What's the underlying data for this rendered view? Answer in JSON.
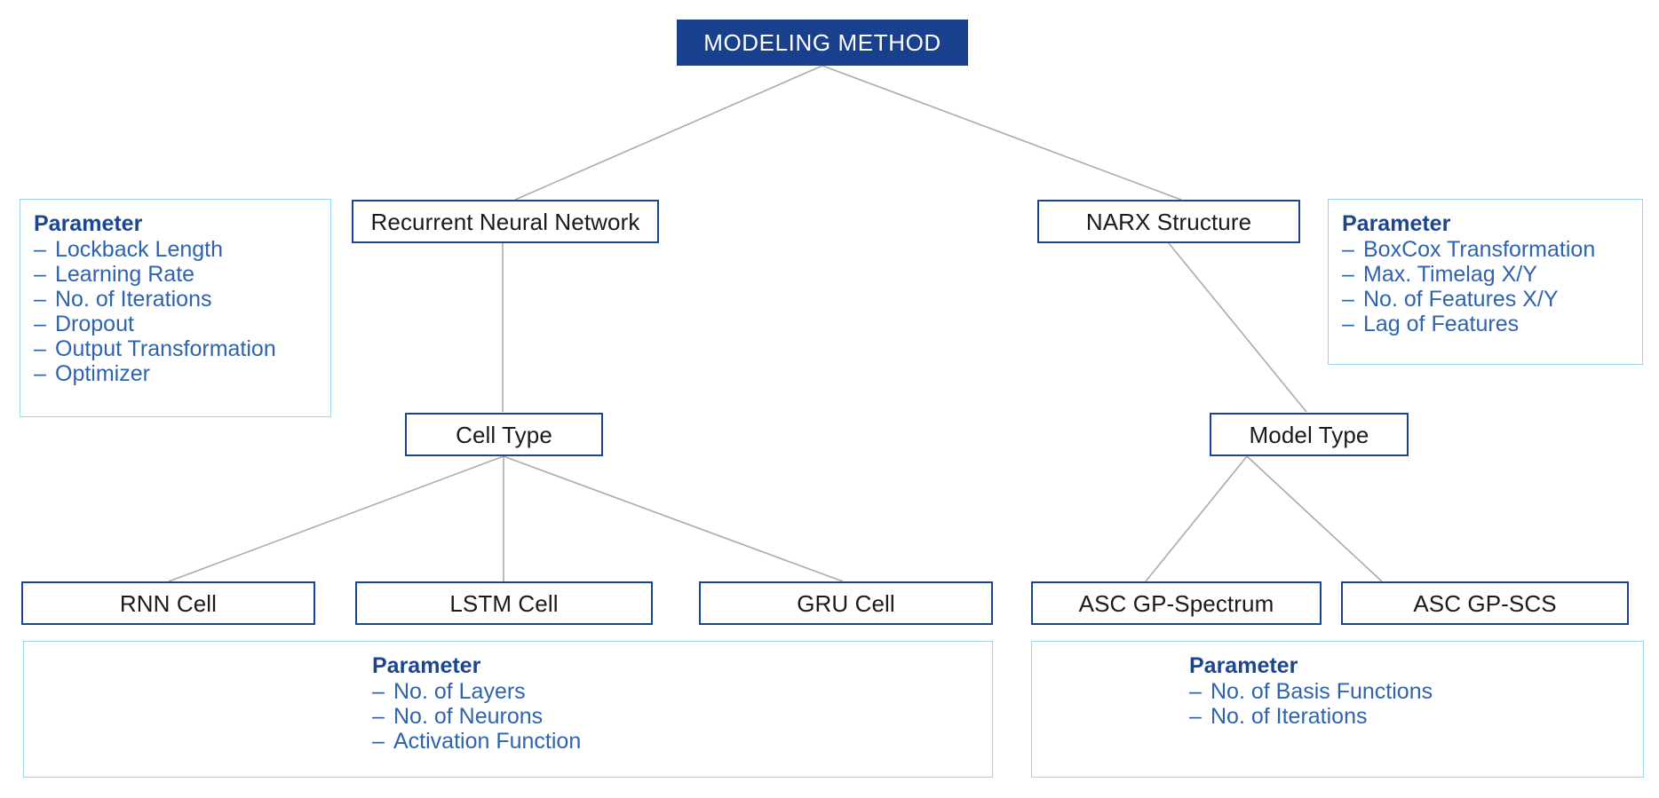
{
  "diagram": {
    "title": "MODELING METHOD",
    "colors": {
      "root_fill": "#19408C",
      "node_border": "#1A4590",
      "panel_border": "#9ED3EF",
      "panel_title": "#1A4590",
      "panel_text": "#2F63AB",
      "connector": "#AAAAAA",
      "node_text": "#1A1A1A"
    },
    "root": {
      "label": "MODELING METHOD"
    },
    "branches": {
      "rnn": {
        "label": "Recurrent Neural Network"
      },
      "narx": {
        "label": "NARX Structure"
      },
      "cell_type": {
        "label": "Cell Type"
      },
      "model_type": {
        "label": "Model Type"
      }
    },
    "leaves": {
      "rnn_cell": {
        "label": "RNN Cell"
      },
      "lstm_cell": {
        "label": "LSTM Cell"
      },
      "gru_cell": {
        "label": "GRU Cell"
      },
      "asc_gp_spectrum": {
        "label": "ASC GP-Spectrum"
      },
      "asc_gp_scs": {
        "label": "ASC GP-SCS"
      }
    },
    "panels": {
      "rnn_params": {
        "title": "Parameter",
        "items": [
          "Lockback Length",
          "Learning Rate",
          "No. of Iterations",
          "Dropout",
          "Output Transformation",
          "Optimizer"
        ]
      },
      "narx_params": {
        "title": "Parameter",
        "items": [
          "BoxCox Transformation",
          "Max. Timelag X/Y",
          "No. of Features X/Y",
          "Lag of Features"
        ]
      },
      "cell_params": {
        "title": "Parameter",
        "items": [
          "No. of Layers",
          "No. of Neurons",
          "Activation Function"
        ]
      },
      "model_params": {
        "title": "Parameter",
        "items": [
          "No. of Basis Functions",
          "No. of Iterations"
        ]
      }
    },
    "bullet": "–"
  }
}
